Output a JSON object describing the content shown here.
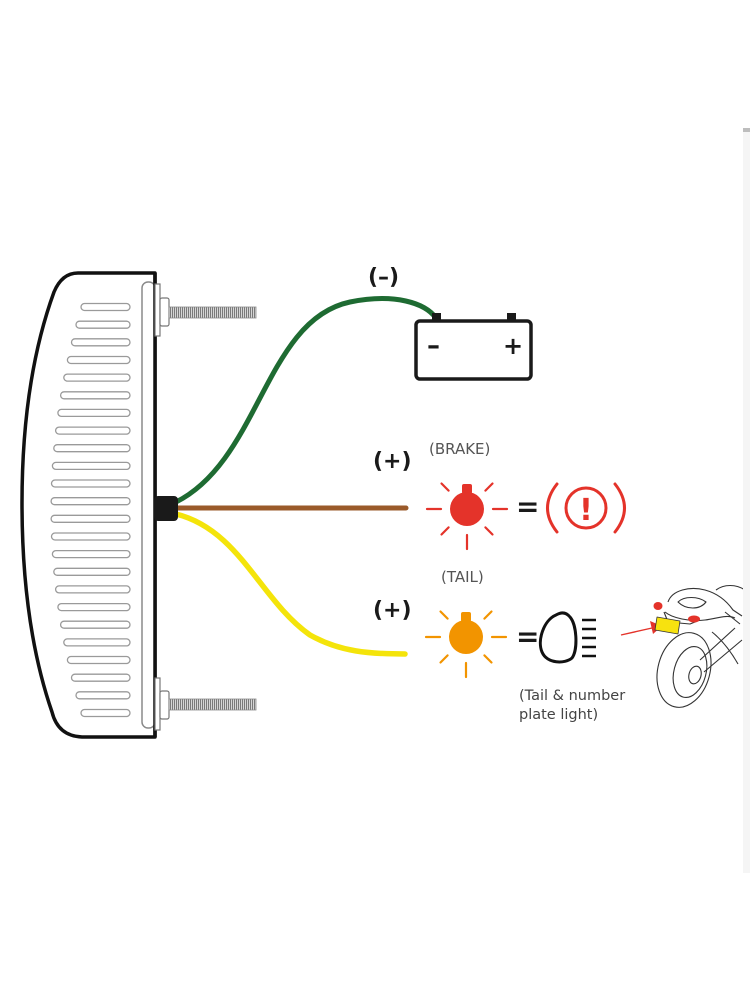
{
  "diagram": {
    "title": "Tail light wiring diagram",
    "colors": {
      "ground_wire": "#1e6b32",
      "brake_wire": "#9a5a2a",
      "tail_wire": "#f4e40a",
      "brake_light": "#e4332a",
      "tail_light": "#f29400",
      "outline": "#111111",
      "slot_outline": "#9a9a9a",
      "bolt": "#8a8a8a",
      "arrow": "#e4332a",
      "number_plate": "#f7e20f"
    },
    "battery": {
      "polarity_label": "(–)",
      "minus_symbol": "–",
      "plus_symbol": "+"
    },
    "brake": {
      "polarity_label": "(+)",
      "name_label": "(BRAKE)",
      "equals": "=",
      "indicator_glyph": "!"
    },
    "tail": {
      "polarity_label": "(+)",
      "name_label": "(TAIL)",
      "equals": "=",
      "note_line1": "(Tail & number",
      "note_line2": "plate light)"
    },
    "lamp": {
      "vent_slot_count": 24
    }
  }
}
